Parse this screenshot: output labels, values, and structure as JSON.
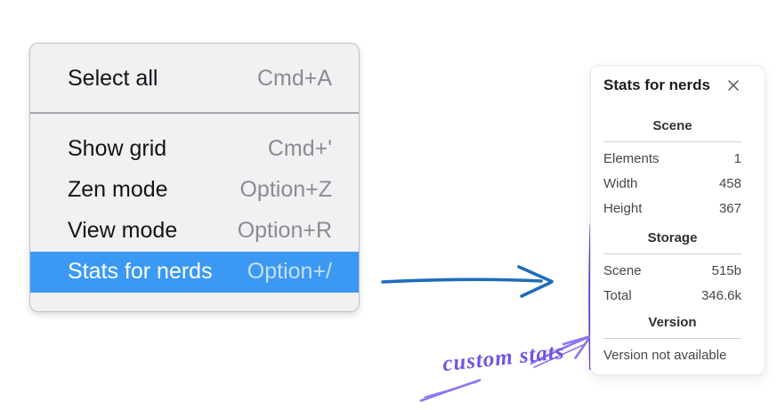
{
  "colors": {
    "menu_bg": "#f0f1f3",
    "menu_border": "#bfc1c5",
    "menu_divider": "#a7a9ad",
    "menu_text": "#141517",
    "menu_shortcut": "#8a8c90",
    "highlight_bg": "#3b99f3",
    "highlight_text": "#ffffff",
    "highlight_shortcut": "#c6e0f9",
    "panel_bg": "#ffffff",
    "panel_border": "#e7e7eb",
    "panel_title": "#1c1c21",
    "panel_heading": "#303036",
    "panel_text": "#46474d",
    "panel_rule": "#ccd1d9",
    "close_icon": "#55565c",
    "flow_arrow": "#1d6cbd",
    "highlight_rect": "#6041d0",
    "annotation_arrow": "#8a78f0",
    "annotation_text": "#7352e8"
  },
  "context_menu": {
    "sections": [
      {
        "items": [
          {
            "label": "Select all",
            "shortcut": "Cmd+A",
            "selected": false
          }
        ]
      },
      {
        "items": [
          {
            "label": "Show grid",
            "shortcut": "Cmd+'",
            "selected": false
          },
          {
            "label": "Zen mode",
            "shortcut": "Option+Z",
            "selected": false
          },
          {
            "label": "View mode",
            "shortcut": "Option+R",
            "selected": false
          },
          {
            "label": "Stats for nerds",
            "shortcut": "Option+/",
            "selected": true
          }
        ]
      }
    ]
  },
  "stats_panel": {
    "title": "Stats for nerds",
    "sections": [
      {
        "heading": "Scene",
        "rows": [
          {
            "label": "Elements",
            "value": "1"
          },
          {
            "label": "Width",
            "value": "458"
          },
          {
            "label": "Height",
            "value": "367"
          }
        ]
      },
      {
        "heading": "Storage",
        "rows": [
          {
            "label": "Scene",
            "value": "515b"
          },
          {
            "label": "Total",
            "value": "346.6k"
          }
        ]
      },
      {
        "heading": "Version",
        "rows": [],
        "note": "Version not available"
      }
    ]
  },
  "annotation": {
    "label": "custom stats"
  }
}
